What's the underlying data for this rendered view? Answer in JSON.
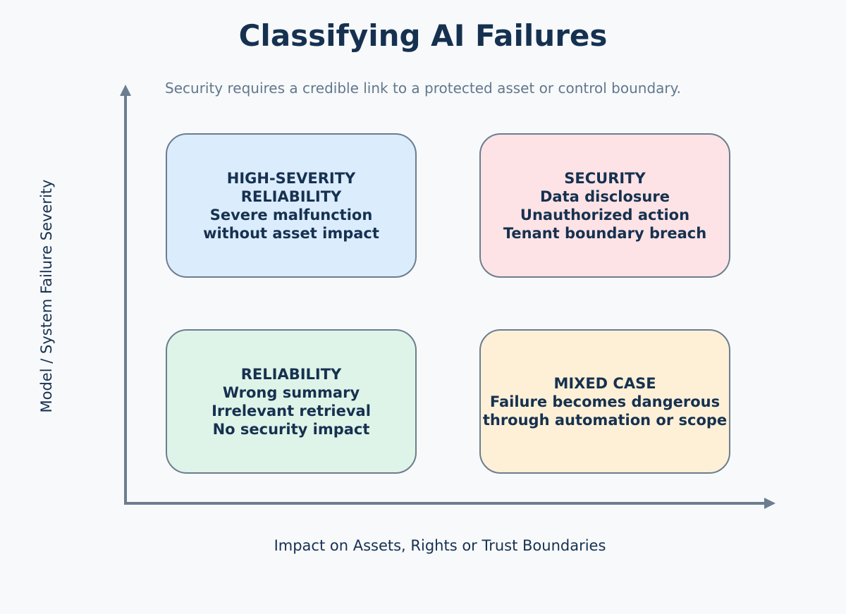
{
  "title": "Classifying AI Failures",
  "subtitle": "Security requires a credible link to a protected asset or control boundary.",
  "axes": {
    "y_label": "Model / System Failure Severity",
    "x_label": "Impact on Assets, Rights or Trust Boundaries"
  },
  "quadrants": {
    "top_left": {
      "heading_line1": "HIGH-SEVERITY",
      "heading_line2": "RELIABILITY",
      "line1": "Severe malfunction",
      "line2": "without asset impact"
    },
    "top_right": {
      "heading": "SECURITY",
      "line1": "Data disclosure",
      "line2": "Unauthorized action",
      "line3": "Tenant boundary breach"
    },
    "bottom_left": {
      "heading": "RELIABILITY",
      "line1": "Wrong summary",
      "line2": "Irrelevant retrieval",
      "line3": "No security impact"
    },
    "bottom_right": {
      "heading": "MIXED CASE",
      "line1": "Failure becomes dangerous",
      "line2": "through automation or scope"
    }
  },
  "colors": {
    "background": "#f7f9fb",
    "text": "#163150",
    "axis": "#6b7d8f",
    "top_left_fill": "#dbecfc",
    "top_right_fill": "#fde3e5",
    "bottom_left_fill": "#dff4e8",
    "bottom_right_fill": "#fef0d7"
  }
}
